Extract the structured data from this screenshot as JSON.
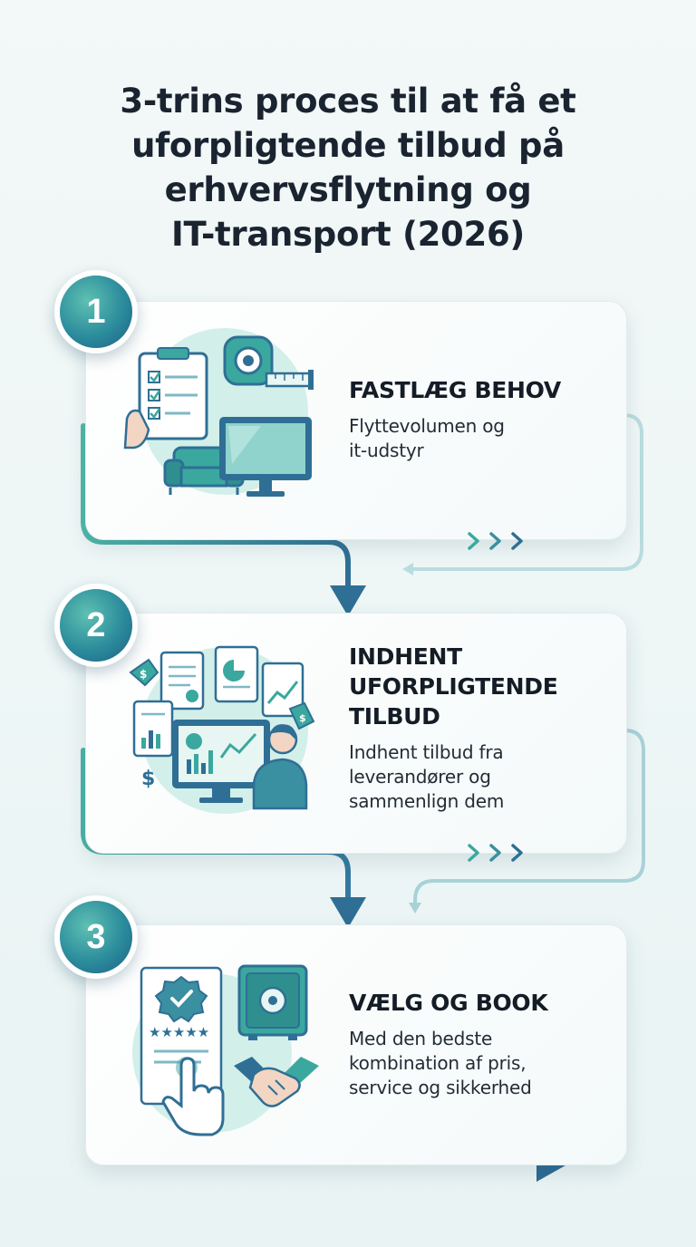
{
  "title_lines": [
    "3-trins proces til at få et",
    "uforpligtende tilbud på",
    "erhvervsflytning og",
    "IT-transport (2026)"
  ],
  "colors": {
    "teal": "#3aa89e",
    "blue": "#2f6f95",
    "dark_blue": "#245f86",
    "light_circle": "#d3efea"
  },
  "steps": [
    {
      "number": "1",
      "heading": "FASTLÆG BEHOV",
      "description_lines": [
        "Flyttevolumen og",
        "it-udstyr"
      ],
      "icons": [
        "clipboard-checklist-icon",
        "tape-measure-icon",
        "sofa-icon",
        "monitor-icon"
      ]
    },
    {
      "number": "2",
      "heading_lines": [
        "INDHENT",
        "UFORPLIGTENDE",
        "TILBUD"
      ],
      "description_lines": [
        "Indhent tilbud fra",
        "leverandører og",
        "sammenlign dem"
      ],
      "icons": [
        "documents-icon",
        "price-tag-icon",
        "dashboard-monitor-icon",
        "person-icon",
        "dollar-icon"
      ]
    },
    {
      "number": "3",
      "heading": "VÆLG OG BOOK",
      "description_lines": [
        "Med den bedste",
        "kombination af pris,",
        "service og sikkerhed"
      ],
      "icons": [
        "rating-card-icon",
        "pointing-hand-icon",
        "safe-icon",
        "handshake-icon"
      ]
    }
  ]
}
